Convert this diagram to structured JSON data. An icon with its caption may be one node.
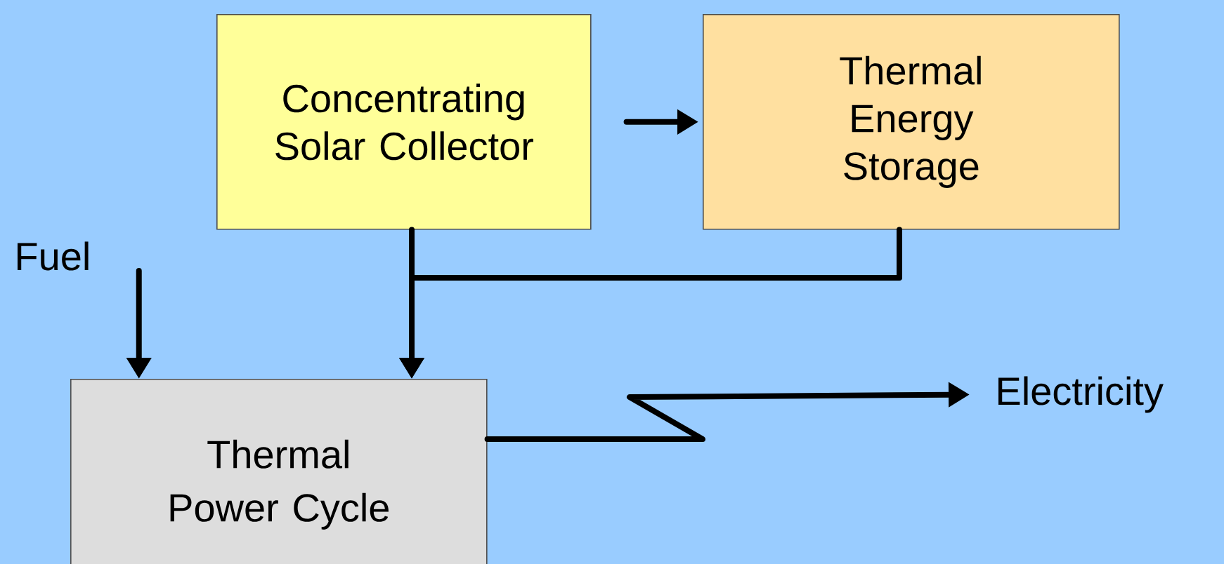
{
  "diagram": {
    "nodes": [
      {
        "text": [
          "Concentrating Solar Collector"
        ]
      },
      {
        "text": [
          "Thermal Energy Storage"
        ]
      },
      {
        "text": [
          "Thermal Power Cycle"
        ]
      },
      {
        "text": [
          "Fuel"
        ]
      },
      {
        "text": [
          "Electricity"
        ]
      }
    ],
    "edges": [
      {
        "from": 0,
        "to": 1,
        "arrow": "to"
      },
      {
        "from": 0,
        "to": 2,
        "arrow": "to"
      },
      {
        "from": 1,
        "to": 2,
        "arrow": "to"
      },
      {
        "from": 3,
        "to": 2,
        "arrow": "to"
      },
      {
        "from": 2,
        "to": 4,
        "arrow": "to"
      }
    ]
  }
}
